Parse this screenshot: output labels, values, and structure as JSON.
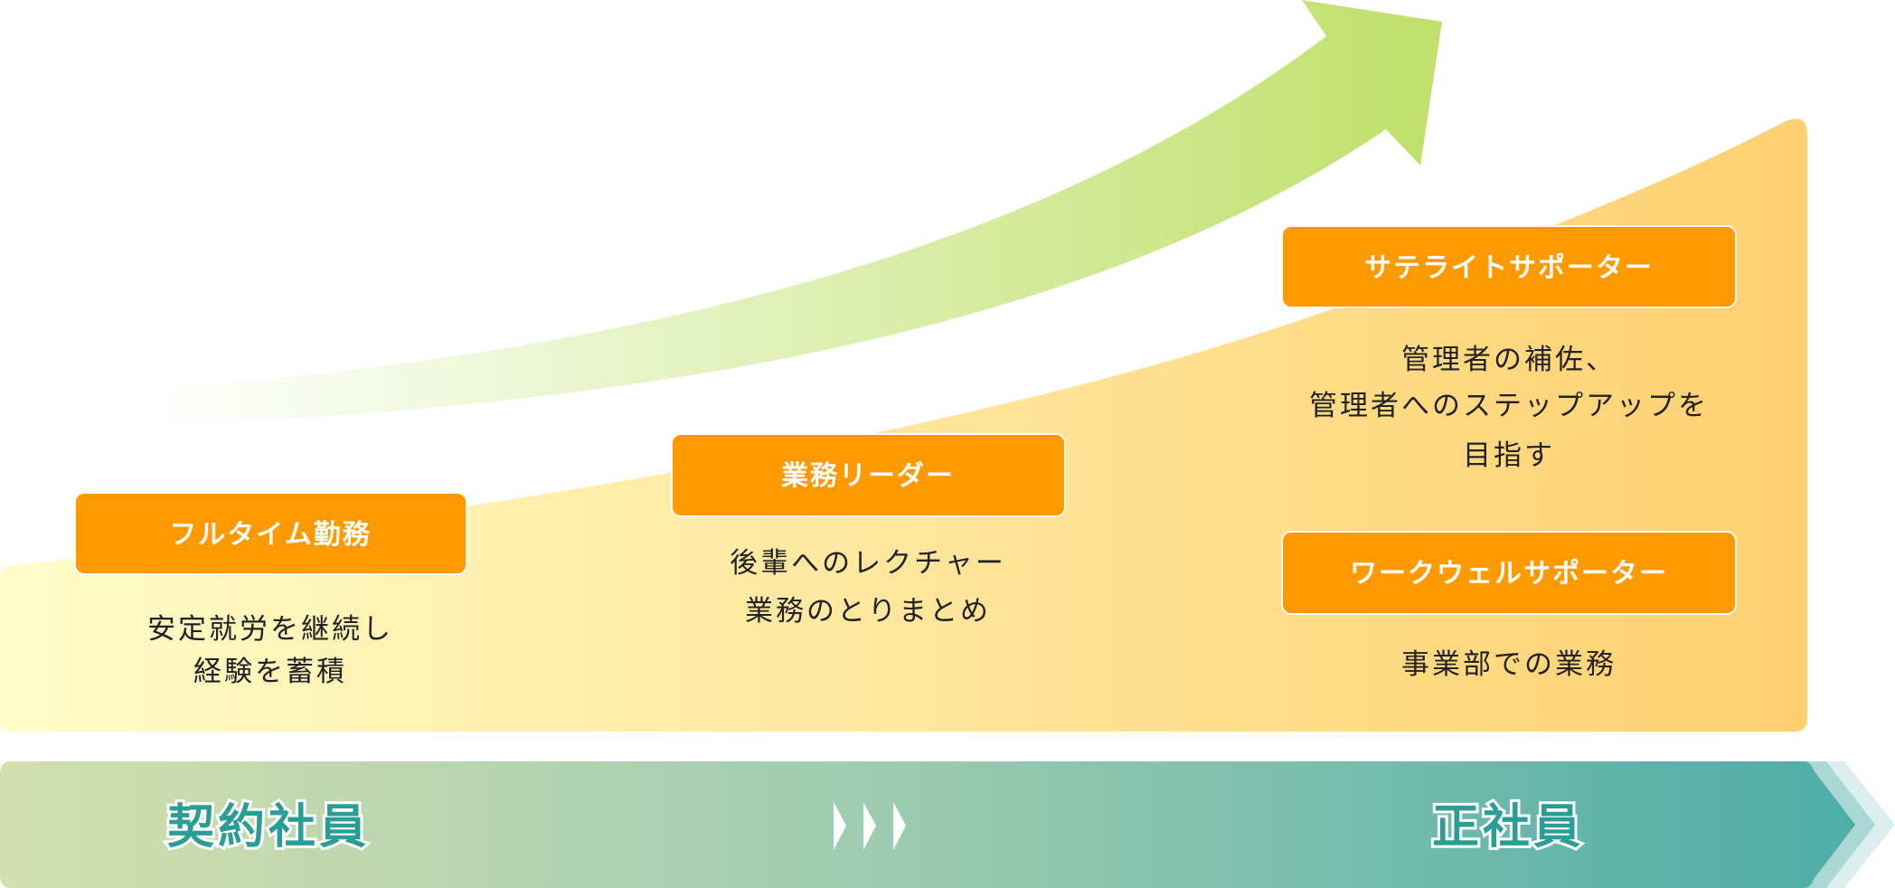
{
  "colors": {
    "label_bg": "#ff9900",
    "area_start": "#fffcc8",
    "area_end": "#ffd070",
    "arrow": "#bfe06a",
    "bar_start": "#d3dfae",
    "bar_end": "#4eada8",
    "stage_text": "#2a9d95"
  },
  "steps": [
    {
      "label": "フルタイム勤務",
      "desc": [
        "安定就労を継続し",
        "経験を蓄積"
      ]
    },
    {
      "label": "業務リーダー",
      "desc": [
        "後輩へのレクチャー",
        "業務のとりまとめ"
      ]
    },
    {
      "label": "サテライトサポーター",
      "desc": [
        "管理者の補佐、",
        "管理者へのステップアップを",
        "目指す"
      ]
    },
    {
      "label": "ワークウェルサポーター",
      "desc": [
        "事業部での業務"
      ]
    }
  ],
  "timeline": {
    "from": "契約社員",
    "to": "正社員",
    "separator_icon": "triple-chevron-right-icon"
  }
}
